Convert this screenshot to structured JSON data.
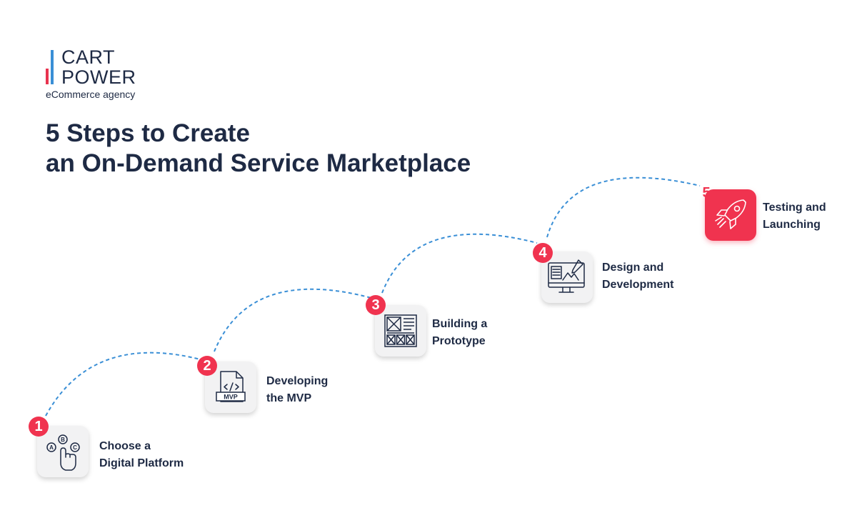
{
  "logo": {
    "line1": "CART",
    "line2": "POWER",
    "tagline": "eCommerce agency",
    "colors": {
      "red": "#e8334f",
      "blue": "#3a8fd6"
    }
  },
  "title": {
    "line1": "5 Steps to Create",
    "line2": "an On-Demand Service Marketplace"
  },
  "colors": {
    "text": "#1e2a44",
    "accent": "#f0334f",
    "path": "#3a8fd6",
    "icon_bg": "#f2f2f3"
  },
  "steps": [
    {
      "number": "1",
      "line1": "Choose a",
      "line2": "Digital Platform",
      "icon": "abc-choice-hand-icon"
    },
    {
      "number": "2",
      "line1": "Developing",
      "line2": "the MVP",
      "icon": "mvp-document-icon",
      "icon_text": "MVP"
    },
    {
      "number": "3",
      "line1": "Building a",
      "line2": "Prototype",
      "icon": "wireframe-icon"
    },
    {
      "number": "4",
      "line1": "Design and",
      "line2": "Development",
      "icon": "design-monitor-icon"
    },
    {
      "number": "5",
      "line1": "Testing and",
      "line2": "Launching",
      "icon": "rocket-icon"
    }
  ]
}
